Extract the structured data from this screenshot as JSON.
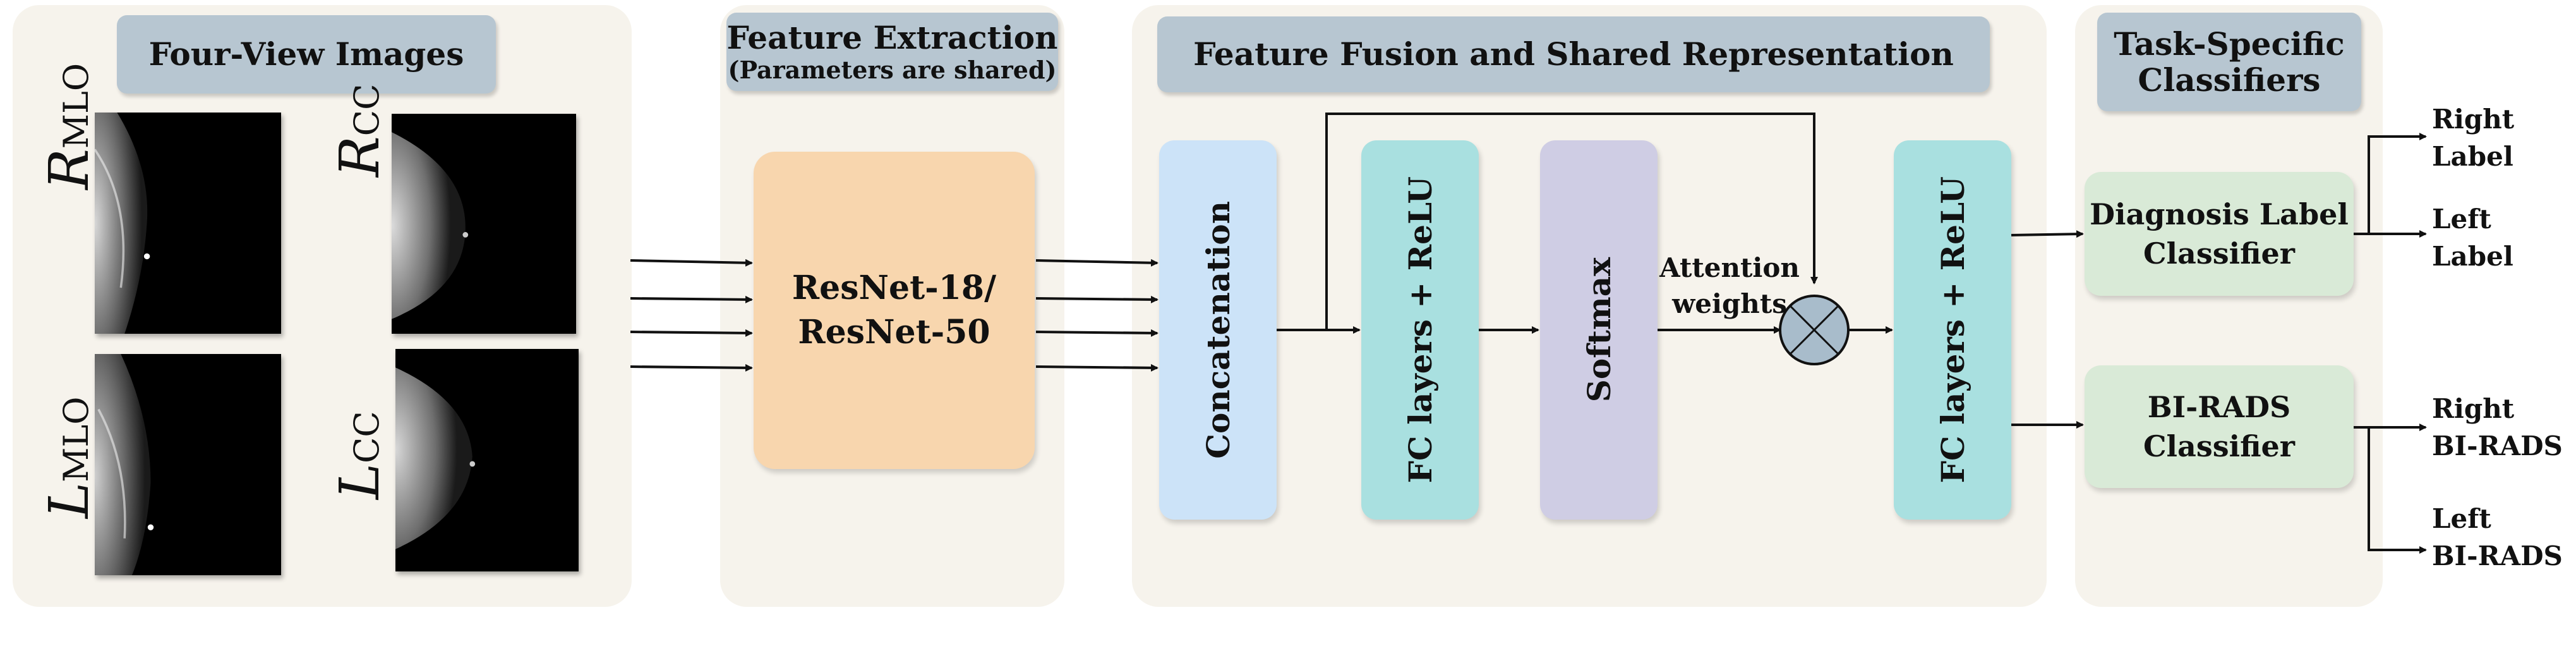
{
  "panels": {
    "input": {
      "title": "Four-View Images"
    },
    "extraction": {
      "title": "Feature Extraction",
      "subtitle": "(Parameters are shared)"
    },
    "fusion": {
      "title": "Feature Fusion and Shared Representation"
    },
    "classifiers": {
      "title_line1": "Task-Specific",
      "title_line2": "Classifiers"
    }
  },
  "views": {
    "r_mlo": {
      "main": "R",
      "sub": "MLO"
    },
    "r_cc": {
      "main": "R",
      "sub": "CC"
    },
    "l_mlo": {
      "main": "L",
      "sub": "MLO"
    },
    "l_cc": {
      "main": "L",
      "sub": "CC"
    }
  },
  "blocks": {
    "backbone_line1": "ResNet-18/",
    "backbone_line2": "ResNet-50",
    "concat": "Concatenation",
    "fc1": "FC layers + ReLU",
    "softmax": "Softmax",
    "fc2": "FC layers + ReLU",
    "attention_line1": "Attention",
    "attention_line2": "weights",
    "diag_line1": "Diagnosis Label",
    "diag_line2": "Classifier",
    "birads_line1": "BI-RADS",
    "birads_line2": "Classifier"
  },
  "outputs": {
    "right_label_1": "Right",
    "right_label_2": "Label",
    "left_label_1": "Left",
    "left_label_2": "Label",
    "right_birads_1": "Right",
    "right_birads_2": "BI-RADS",
    "left_birads_1": "Left",
    "left_birads_2": "BI-RADS"
  },
  "colors": {
    "panel": "#f6f3ec",
    "header": "#b7c6d1",
    "backbone": "#f8d6ae",
    "concat": "#cce3f8",
    "fc": "#a9e0e0",
    "softmax": "#cfcde4",
    "classifier": "#d9ead7",
    "multiply": "#a8bccb"
  }
}
